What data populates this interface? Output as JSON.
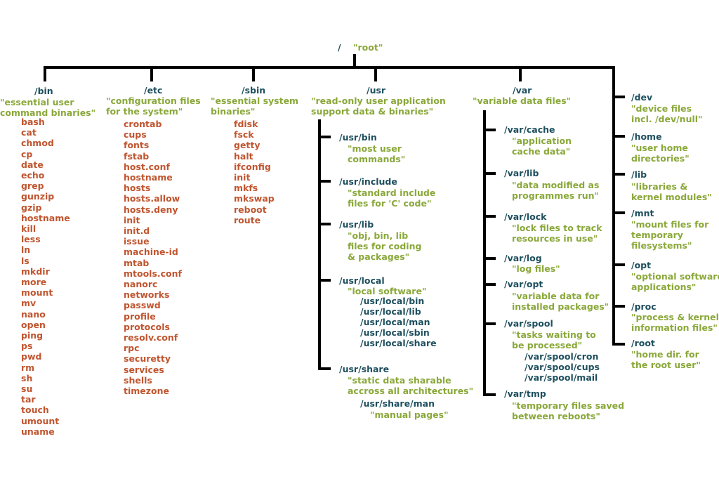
{
  "root": {
    "path": "/",
    "desc": "\"root\""
  },
  "bin": {
    "path": "/bin",
    "desc": "\"essential user\ncommand binaries\"",
    "items": [
      "bash",
      "cat",
      "chmod",
      "cp",
      "date",
      "echo",
      "grep",
      "gunzip",
      "gzip",
      "hostname",
      "kill",
      "less",
      "ln",
      "ls",
      "mkdir",
      "more",
      "mount",
      "mv",
      "nano",
      "open",
      "ping",
      "ps",
      "pwd",
      "rm",
      "sh",
      "su",
      "tar",
      "touch",
      "umount",
      "uname"
    ]
  },
  "etc": {
    "path": "/etc",
    "desc": "\"configuration files\nfor the system\"",
    "items": [
      "crontab",
      "cups",
      "fonts",
      "fstab",
      "host.conf",
      "hostname",
      "hosts",
      "hosts.allow",
      "hosts.deny",
      "init",
      "init.d",
      "issue",
      "machine-id",
      "mtab",
      "mtools.conf",
      "nanorc",
      "networks",
      "passwd",
      "profile",
      "protocols",
      "resolv.conf",
      "rpc",
      "securetty",
      "services",
      "shells",
      "timezone"
    ]
  },
  "sbin": {
    "path": "/sbin",
    "desc": "\"essential system\nbinaries\"",
    "items": [
      "fdisk",
      "fsck",
      "getty",
      "halt",
      "ifconfig",
      "init",
      "mkfs",
      "mkswap",
      "reboot",
      "route"
    ]
  },
  "usr": {
    "path": "/usr",
    "desc": "\"read-only user application\nsupport data & binaries\"",
    "children": [
      {
        "path": "/usr/bin",
        "desc": "\"most user\ncommands\""
      },
      {
        "path": "/usr/include",
        "desc": "\"standard include\nfiles for 'C' code\""
      },
      {
        "path": "/usr/lib",
        "desc": "\"obj, bin, lib\nfiles for coding\n& packages\""
      },
      {
        "path": "/usr/local",
        "desc": "\"local software\"",
        "sub": [
          "/usr/local/bin",
          "/usr/local/lib",
          "/usr/local/man",
          "/usr/local/sbin",
          "/usr/local/share"
        ]
      },
      {
        "path": "/usr/share",
        "desc": "\"static data sharable\naccross all architectures\"",
        "sub_path": "/usr/share/man",
        "sub_desc": "\"manual pages\""
      }
    ]
  },
  "var": {
    "path": "/var",
    "desc": "\"variable data files\"",
    "children": [
      {
        "path": "/var/cache",
        "desc": "\"application\ncache data\""
      },
      {
        "path": "/var/lib",
        "desc": "\"data modified as\nprogrammes run\""
      },
      {
        "path": "/var/lock",
        "desc": "\"lock files to track\nresources in use\""
      },
      {
        "path": "/var/log",
        "desc": "\"log files\""
      },
      {
        "path": "/var/opt",
        "desc": "\"variable data for\ninstalled packages\""
      },
      {
        "path": "/var/spool",
        "desc": "\"tasks waiting to\nbe processed\"",
        "sub": [
          "/var/spool/cron",
          "/var/spool/cups",
          "/var/spool/mail"
        ]
      },
      {
        "path": "/var/tmp",
        "desc": "\"temporary files saved\nbetween reboots\""
      }
    ]
  },
  "right": [
    {
      "path": "/dev",
      "desc": "\"device files\nincl. /dev/null\""
    },
    {
      "path": "/home",
      "desc": "\"user home\ndirectories\""
    },
    {
      "path": "/lib",
      "desc": "\"libraries &\nkernel modules\""
    },
    {
      "path": "/mnt",
      "desc": "\"mount files for\ntemporary\nfilesystems\""
    },
    {
      "path": "/opt",
      "desc": "\"optional software\napplications\""
    },
    {
      "path": "/proc",
      "desc": "\"process & kernel\ninformation files\""
    },
    {
      "path": "/root",
      "desc": "\"home dir. for\nthe root user\""
    }
  ]
}
